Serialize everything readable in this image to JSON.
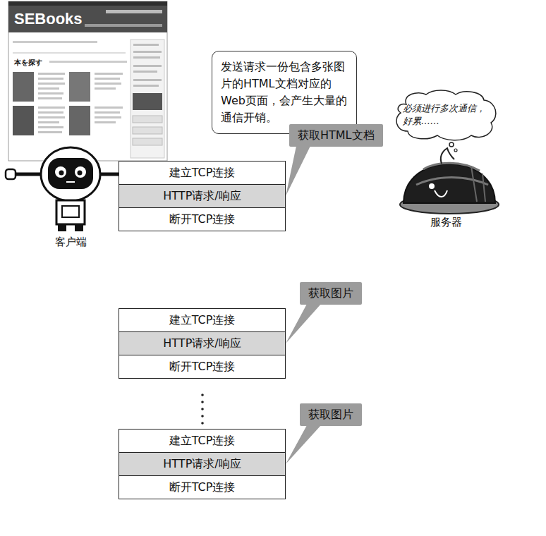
{
  "diagram": {
    "nodes": [
      {
        "text": [
          "发送请求一份包含多张图片的HTML文档对应的Web页面，会产生大量的通信开销。"
        ]
      },
      {
        "text": [
          "获取HTML文档"
        ]
      },
      {
        "text": [
          "必须进行多次通信，好累……"
        ]
      },
      {
        "text": [
          "建立TCP连接"
        ]
      },
      {
        "text": [
          "HTTP请求/响应"
        ]
      },
      {
        "text": [
          "断开TCP连接"
        ]
      },
      {
        "text": [
          "获取图片"
        ]
      },
      {
        "text": [
          "建立TCP连接"
        ]
      },
      {
        "text": [
          "HTTP请求/响应"
        ]
      },
      {
        "text": [
          "断开TCP连接"
        ]
      },
      {
        "text": [
          "获取图片"
        ]
      },
      {
        "text": [
          "建立TCP连接"
        ]
      },
      {
        "text": [
          "HTTP请求/响应"
        ]
      },
      {
        "text": [
          "断开TCP连接"
        ]
      }
    ],
    "edges": [
      {
        "from": 1,
        "to": 4,
        "arrow": "none"
      },
      {
        "from": 6,
        "to": 8,
        "arrow": "none"
      },
      {
        "from": 10,
        "to": 12,
        "arrow": "none"
      }
    ],
    "labels": [
      "SEBooks",
      "本を探す",
      "客户端",
      "服务器"
    ]
  }
}
